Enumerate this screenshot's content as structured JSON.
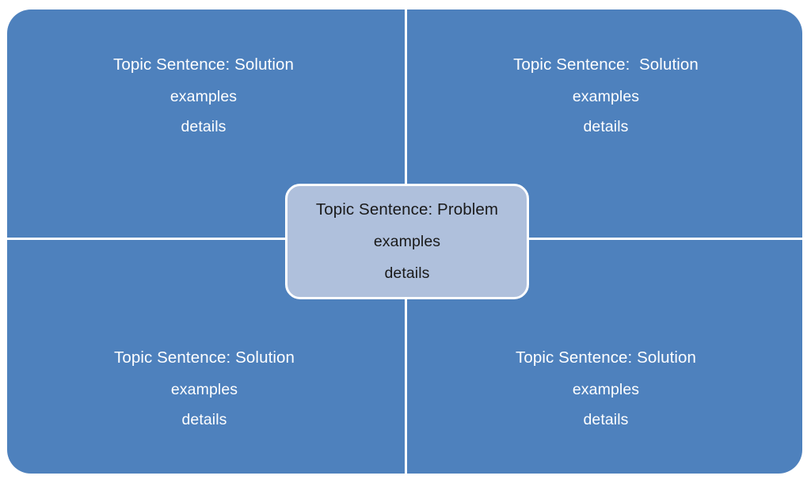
{
  "diagram": {
    "type": "problem-solution-graphic-organizer",
    "colors": {
      "panel_fill": "#4E81BD",
      "divider": "#FFFFFF",
      "center_fill": "#AFC0DC",
      "center_border": "#FFFFFF",
      "quadrant_text": "#FFFFFF",
      "center_text": "#1A1A1A",
      "background": "#FFFFFF"
    },
    "center": {
      "title": "Topic Sentence: Problem",
      "line_examples": "examples",
      "line_details": "details"
    },
    "quadrants": [
      {
        "position": "top-left",
        "title": "Topic Sentence: Solution",
        "line_examples": "examples",
        "line_details": "details"
      },
      {
        "position": "top-right",
        "title": "Topic Sentence:  Solution",
        "line_examples": "examples",
        "line_details": "details"
      },
      {
        "position": "bottom-left",
        "title": "Topic Sentence: Solution",
        "line_examples": "examples",
        "line_details": "details"
      },
      {
        "position": "bottom-right",
        "title": "Topic Sentence: Solution",
        "line_examples": "examples",
        "line_details": "details"
      }
    ]
  }
}
